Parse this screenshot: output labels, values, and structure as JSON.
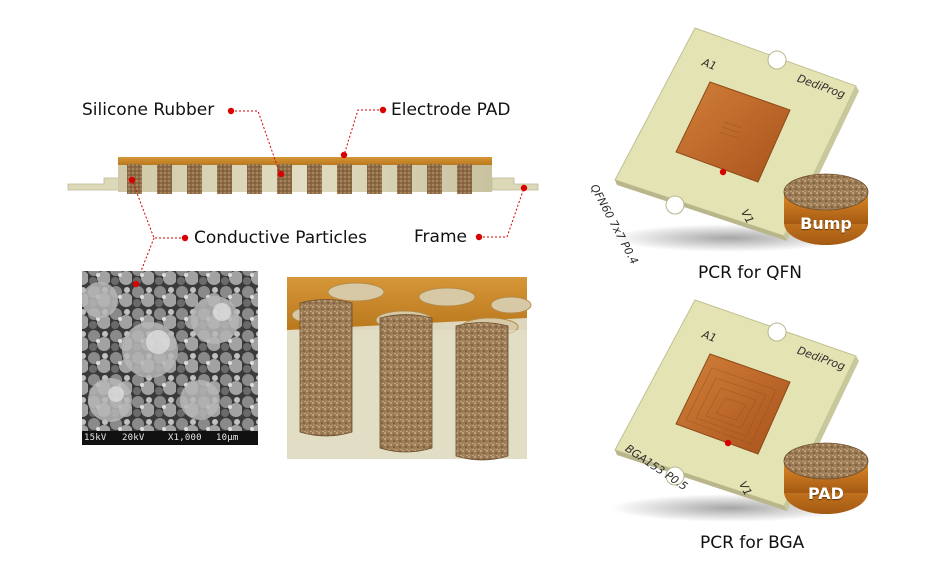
{
  "labels": {
    "silicone_rubber": "Silicone Rubber",
    "electrode_pad": "Electrode PAD",
    "conductive_particles": "Conductive Particles",
    "frame": "Frame"
  },
  "sem_caption": {
    "part1": "15kV",
    "part2": "20kV",
    "part3": "X1,000",
    "part4": "10µm"
  },
  "qfn_card": {
    "corner": "A1",
    "brand": "DediProg",
    "package": "QFN60 7x7 P0.4",
    "version": "V1",
    "zoom_label": "Bump",
    "caption": "PCR for QFN"
  },
  "bga_card": {
    "corner": "A1",
    "brand": "DediProg",
    "package": "BGA153 P0.5",
    "version": "V1",
    "zoom_label": "PAD",
    "caption": "PCR for BGA"
  },
  "colors": {
    "callout": "#d80000",
    "pad_orange": "#c9821f",
    "rubber_beige": "#dcd6b6",
    "card_green": "#e4e3b4",
    "chip_copper": "#c46a2a"
  }
}
